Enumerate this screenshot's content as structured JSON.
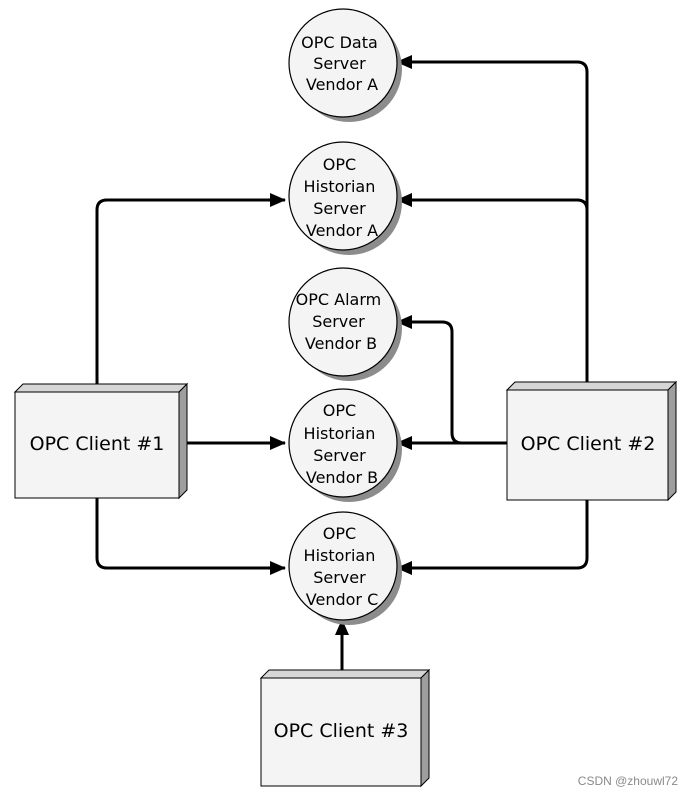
{
  "servers": {
    "data_a": [
      "OPC Data",
      "Server",
      "Vendor A"
    ],
    "hist_a": [
      "OPC",
      "Historian",
      "Server",
      "Vendor A"
    ],
    "alarm_b": [
      "OPC Alarm",
      "Server",
      "Vendor B"
    ],
    "hist_b": [
      "OPC",
      "Historian",
      "Server",
      "Vendor B"
    ],
    "hist_c": [
      "OPC",
      "Historian",
      "Server",
      "Vendor C"
    ]
  },
  "clients": {
    "c1": "OPC Client #1",
    "c2": "OPC Client #2",
    "c3": "OPC Client #3"
  },
  "watermark": "CSDN @zhouwl72",
  "colors": {
    "stroke": "#000000",
    "box_face": "#f4f4f4",
    "box_side": "#9e9e9e",
    "box_top": "#d6d6d6",
    "circle_fill": "#f4f4f4",
    "circle_shadow": "#8c8c8c"
  }
}
